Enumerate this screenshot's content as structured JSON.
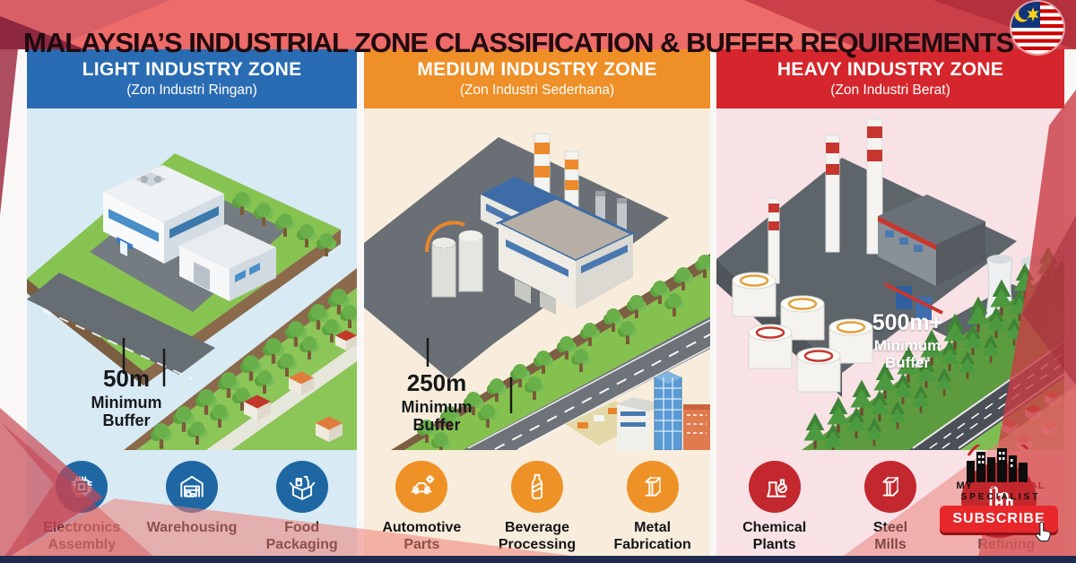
{
  "title": "MALAYSIA’S INDUSTRIAL ZONE CLASSIFICATION & BUFFER REQUIREMENTS",
  "flag": {
    "country": "Malaysia"
  },
  "zones": [
    {
      "name": "LIGHT INDUSTRY ZONE",
      "subtitle": "(Zon Industri Ringan)",
      "buffer_distance": "50m",
      "buffer_caption": "Minimum\nBuffer",
      "industries": [
        {
          "label": "Electronics\nAssembly",
          "icon": "microchip-icon"
        },
        {
          "label": "Warehousing",
          "icon": "warehouse-icon"
        },
        {
          "label": "Food\nPackaging",
          "icon": "food-package-icon"
        }
      ]
    },
    {
      "name": "MEDIUM INDUSTRY ZONE",
      "subtitle": "(Zon Industri Sederhana)",
      "buffer_distance": "250m",
      "buffer_caption": "Minimum\nBuffer",
      "industries": [
        {
          "label": "Automotive\nParts",
          "icon": "car-gear-icon"
        },
        {
          "label": "Beverage\nProcessing",
          "icon": "bottle-icon"
        },
        {
          "label": "Metal\nFabrication",
          "icon": "metal-beam-icon"
        }
      ]
    },
    {
      "name": "HEAVY INDUSTRY ZONE",
      "subtitle": "(Zon Industri Berat)",
      "buffer_distance": "500m+",
      "buffer_caption": "Minimum\nBuffer",
      "industries": [
        {
          "label": "Chemical\nPlants",
          "icon": "chemical-plant-icon"
        },
        {
          "label": "Steel\nMills",
          "icon": "steel-beam-icon"
        },
        {
          "label": "Oil\nRefining",
          "icon": "oil-refinery-icon"
        }
      ]
    }
  ],
  "branding": {
    "brand_word1": "MY",
    "brand_word2": "INDUSTRIAL",
    "brand_word3": "SPECIALIST",
    "subscribe_label": "SUBSCRIBE"
  },
  "palette": {
    "light_header": "#2a6cb3",
    "medium_header": "#ef8f27",
    "heavy_header": "#d4262c",
    "light_bg": "#d8eaf4",
    "medium_bg": "#f8eddc",
    "heavy_bg": "#f8e2e6",
    "light_icon_circle": "#1f67a3",
    "medium_icon_circle": "#ee9227",
    "heavy_icon_circle": "#c2282e",
    "footer_navy": "#1e2b4e",
    "subscribe_red": "#e8272b",
    "band_salmon": "#ed6b68"
  }
}
